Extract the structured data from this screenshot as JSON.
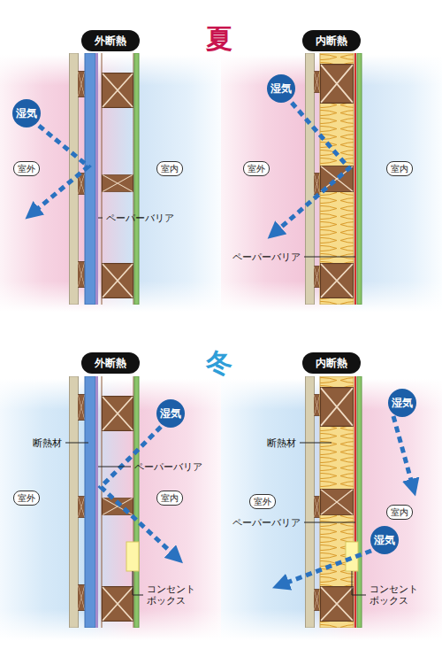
{
  "diagram": {
    "nodes": [
      {
        "text": [
          "外断熱"
        ]
      },
      {
        "text": [
          "内断熱"
        ]
      },
      {
        "text": [
          "湿気"
        ]
      },
      {
        "text": [
          "室外"
        ]
      },
      {
        "text": [
          "室内"
        ]
      },
      {
        "text": [
          "湿気"
        ]
      },
      {
        "text": [
          "室外"
        ]
      },
      {
        "text": [
          "室内"
        ]
      },
      {
        "text": [
          "外断熱"
        ]
      },
      {
        "text": [
          "内断熱"
        ]
      },
      {
        "text": [
          "湿気"
        ]
      },
      {
        "text": [
          "室外"
        ]
      },
      {
        "text": [
          "室内"
        ]
      },
      {
        "text": [
          "湿気"
        ]
      },
      {
        "text": [
          "室外"
        ]
      },
      {
        "text": [
          "室内"
        ]
      },
      {
        "text": [
          "湿気"
        ]
      }
    ],
    "labels": [
      "夏",
      "ペーパーバリア",
      "ペーパーバリア",
      "冬",
      "断熱材",
      "ペーパーバリア",
      "コンセント ボックス",
      "断熱材",
      "ペーパーバリア",
      "コンセント ボックス"
    ]
  }
}
